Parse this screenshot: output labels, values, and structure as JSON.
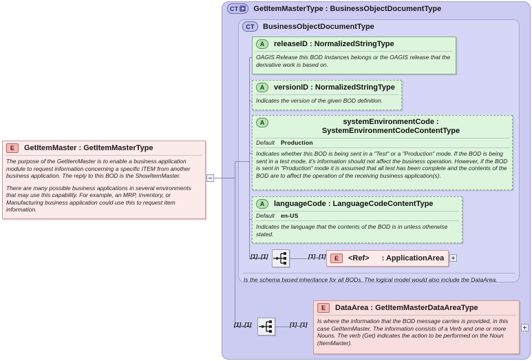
{
  "diagram": {
    "type": "xml-schema-diagram",
    "root_element": {
      "badge": "E",
      "title": "GetItemMaster : GetItemMasterType",
      "name": "GetItemMaster",
      "datatype": "GetItemMasterType",
      "documentation_p1": "The purpose of the GetItemMaster is to enable a business application module to request information concerning a specific ITEM from another business application.  The reply to this BOD is the ShowItemMaster.",
      "documentation_p2": "There are many possible business applications in several environments that may use this capability.  For example, an MRP, Inventory, or Manufacturing business application could use this to request item information."
    },
    "outer_type": {
      "badge": "CT",
      "badge_expander": "+",
      "title": "GetItemMasterType : BusinessObjectDocumentType"
    },
    "inner_type": {
      "badge": "CT",
      "title": "BusinessObjectDocumentType",
      "footer_documentation": "Is the schema based inheritance for all BODs. The logical model would also include the DataArea."
    },
    "attributes": [
      {
        "badge": "A",
        "title": "releaseID : NormalizedStringType",
        "name": "releaseID",
        "datatype": "NormalizedStringType",
        "border": "solid",
        "default_label": null,
        "default_value": null,
        "documentation": "OAGIS Release this BOD Instances belongs or the OAGIS release that the derivative work is based on."
      },
      {
        "badge": "A",
        "title": "versionID : NormalizedStringType",
        "name": "versionID",
        "datatype": "NormalizedStringType",
        "border": "dashed",
        "default_label": null,
        "default_value": null,
        "documentation": "Indicates the version of the given BOD definition."
      },
      {
        "badge": "A",
        "title": "systemEnvironmentCode : SystemEnvironmentCodeContentType",
        "name": "systemEnvironmentCode",
        "datatype": "SystemEnvironmentCodeContentType",
        "border": "dashed",
        "default_label": "Default",
        "default_value": "Production",
        "documentation": "Indicates whether this BOD is being sent in a \"Test\" or a \"Production\" mode. If the BOD is being sent in a test mode, it's information should not affect the business operation. However, if the BOD is sent in \"Production\" mode it is assumed that all test has been complete and the contents of the BOD are to affect the operation of the receiving business application(s)."
      },
      {
        "badge": "A",
        "title": "languageCode : LanguageCodeContentType",
        "name": "languageCode",
        "datatype": "LanguageCodeContentType",
        "border": "dashed",
        "default_label": "Default",
        "default_value": "en-US",
        "documentation": "Indicates the language that the contents of the BOD is in unless otherwise stated."
      }
    ],
    "application_area": {
      "badge": "E",
      "ref_label": "<Ref>",
      "title": ": ApplicationArea",
      "cardinality_left": "[1]..[1]",
      "cardinality_right": "[1]..[1]",
      "compositor": "sequence-icon",
      "expander": "+"
    },
    "data_area": {
      "badge": "E",
      "title": "DataArea : GetItemMasterDataAreaType",
      "name": "DataArea",
      "datatype": "GetItemMasterDataAreaType",
      "cardinality_left": "[1]..[1]",
      "cardinality_right": "[1]..[1]",
      "compositor": "sequence-icon",
      "expander": "+",
      "documentation": "Is where the information that the BOD message carries is provided, in this case GetItemMaster. The information consists of a Verb and one or more Nouns. The verb (Get) indicates the action to be performed on the Noun (ItemMaster)."
    },
    "root_collapser": "-",
    "colors": {
      "outer_container": "#ccccf2",
      "inner_container": "#d6d6f6",
      "attribute_box": "#ddf5dd",
      "element_box": "#fadedd",
      "connector_line": "#8a8aa8"
    }
  }
}
